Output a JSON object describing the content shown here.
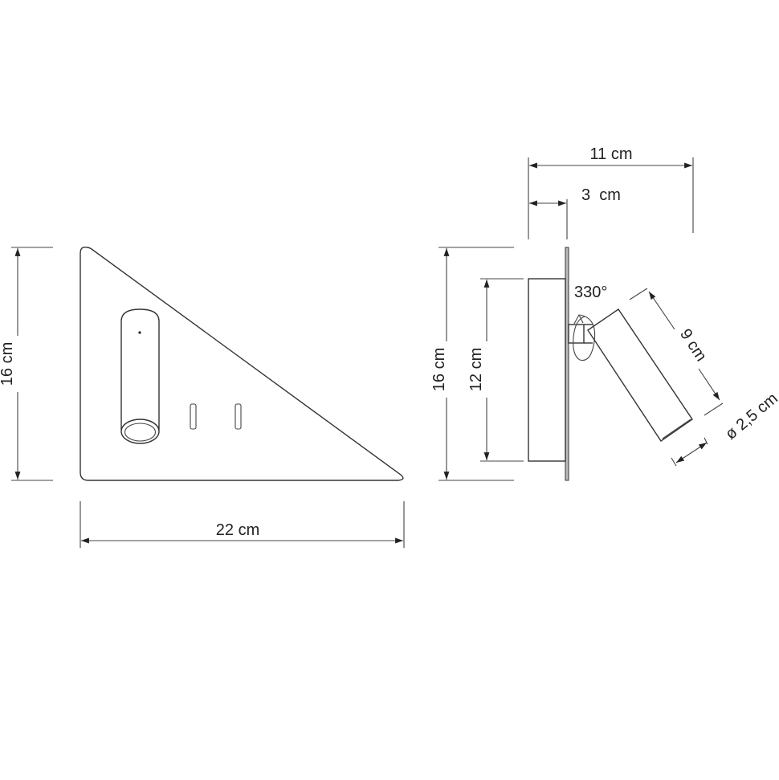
{
  "front_view": {
    "height_label": "16 cm",
    "width_label": "22 cm"
  },
  "side_view": {
    "overall_depth_label": "11 cm",
    "plate_depth_label": "3  cm",
    "height_label": "16 cm",
    "box_height_label": "12 cm",
    "rotation_label": "330°",
    "lamp_length_label": "9 cm",
    "lamp_diameter_label": "ø 2,5 cm"
  }
}
